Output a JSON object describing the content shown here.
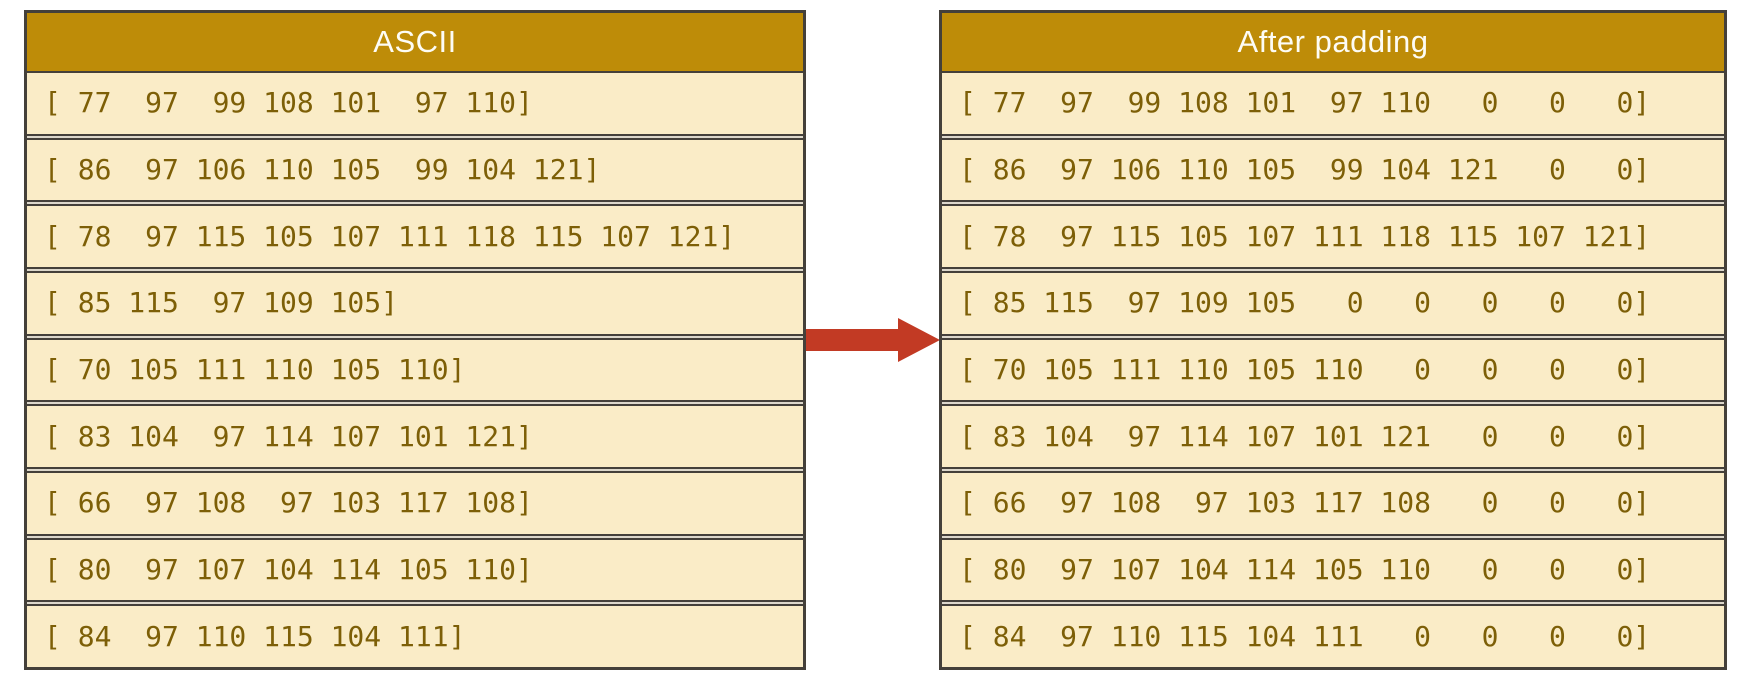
{
  "left_table": {
    "title": "ASCII",
    "rows": [
      "[ 77  97  99 108 101  97 110]",
      "[ 86  97 106 110 105  99 104 121]",
      "[ 78  97 115 105 107 111 118 115 107 121]",
      "[ 85 115  97 109 105]",
      "[ 70 105 111 110 105 110]",
      "[ 83 104  97 114 107 101 121]",
      "[ 66  97 108  97 103 117 108]",
      "[ 80  97 107 104 114 105 110]",
      "[ 84  97 110 115 104 111]"
    ],
    "values": [
      [
        77,
        97,
        99,
        108,
        101,
        97,
        110
      ],
      [
        86,
        97,
        106,
        110,
        105,
        99,
        104,
        121
      ],
      [
        78,
        97,
        115,
        105,
        107,
        111,
        118,
        115,
        107,
        121
      ],
      [
        85,
        115,
        97,
        109,
        105
      ],
      [
        70,
        105,
        111,
        110,
        105,
        110
      ],
      [
        83,
        104,
        97,
        114,
        107,
        101,
        121
      ],
      [
        66,
        97,
        108,
        97,
        103,
        117,
        108
      ],
      [
        80,
        97,
        107,
        104,
        114,
        105,
        110
      ],
      [
        84,
        97,
        110,
        115,
        104,
        111
      ]
    ]
  },
  "right_table": {
    "title": "After padding",
    "rows": [
      "[ 77  97  99 108 101  97 110   0   0   0]",
      "[ 86  97 106 110 105  99 104 121   0   0]",
      "[ 78  97 115 105 107 111 118 115 107 121]",
      "[ 85 115  97 109 105   0   0   0   0   0]",
      "[ 70 105 111 110 105 110   0   0   0   0]",
      "[ 83 104  97 114 107 101 121   0   0   0]",
      "[ 66  97 108  97 103 117 108   0   0   0]",
      "[ 80  97 107 104 114 105 110   0   0   0]",
      "[ 84  97 110 115 104 111   0   0   0   0]"
    ],
    "values": [
      [
        77,
        97,
        99,
        108,
        101,
        97,
        110,
        0,
        0,
        0
      ],
      [
        86,
        97,
        106,
        110,
        105,
        99,
        104,
        121,
        0,
        0
      ],
      [
        78,
        97,
        115,
        105,
        107,
        111,
        118,
        115,
        107,
        121
      ],
      [
        85,
        115,
        97,
        109,
        105,
        0,
        0,
        0,
        0,
        0
      ],
      [
        70,
        105,
        111,
        110,
        105,
        110,
        0,
        0,
        0,
        0
      ],
      [
        83,
        104,
        97,
        114,
        107,
        101,
        121,
        0,
        0,
        0
      ],
      [
        66,
        97,
        108,
        97,
        103,
        117,
        108,
        0,
        0,
        0
      ],
      [
        80,
        97,
        107,
        104,
        114,
        105,
        110,
        0,
        0,
        0
      ],
      [
        84,
        97,
        110,
        115,
        104,
        111,
        0,
        0,
        0,
        0
      ]
    ]
  },
  "arrow": {
    "icon": "right-arrow-icon",
    "direction": "right"
  },
  "colors": {
    "page-bg": "#ffffff",
    "header-bg": "#be8c08",
    "header-text": "#fdfcf5",
    "cell-bg": "#faecc7",
    "cell-text": "#7d5f07",
    "border-color": "#44403a",
    "gap-bg": "#dcd7cb",
    "arrow-red": "#c23a24"
  }
}
